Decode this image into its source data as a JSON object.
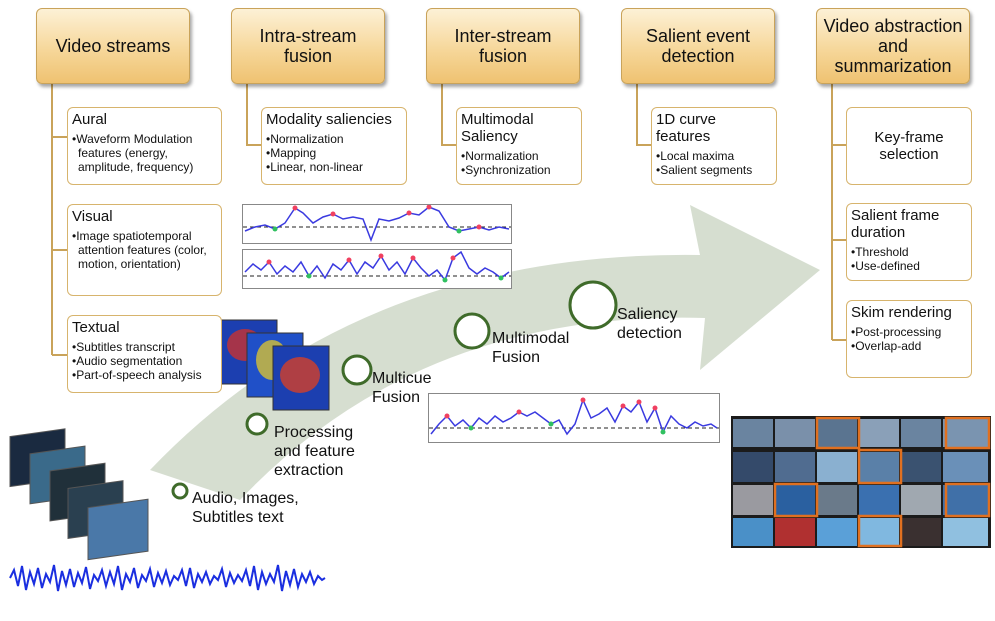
{
  "headers": [
    "Video streams",
    "Intra-stream fusion",
    "Inter-stream fusion",
    "Salient event detection",
    "Video abstraction and summarization"
  ],
  "boxes": {
    "aural": {
      "title": "Aural",
      "items": [
        "Waveform Modulation features (energy, amplitude, frequency)"
      ]
    },
    "visual": {
      "title": "Visual",
      "items": [
        "Image spatiotemporal attention features (color, motion, orientation)"
      ]
    },
    "textual": {
      "title": "Textual",
      "items": [
        "Subtitles transcript",
        "Audio segmentation",
        "Part-of-speech analysis"
      ]
    },
    "modality": {
      "title": "Modality saliencies",
      "items": [
        "Normalization",
        "Mapping",
        "Linear, non-linear"
      ]
    },
    "multimodal": {
      "title": "Multimodal Saliency",
      "items": [
        "Normalization",
        "Synchronization"
      ]
    },
    "curve": {
      "title": "1D curve features",
      "items": [
        "Local maxima",
        "Salient segments"
      ]
    },
    "keyframe": {
      "title": "Key-frame selection",
      "items": []
    },
    "duration": {
      "title": "Salient frame duration",
      "items": [
        "Threshold",
        "Use-defined"
      ]
    },
    "skim": {
      "title": "Skim rendering",
      "items": [
        "Post-processing",
        "Overlap-add"
      ]
    }
  },
  "steps": [
    "Audio, Images, Subtitles text",
    "Processing and feature extraction",
    "Multicue Fusion",
    "Multimodal Fusion",
    "Saliency detection"
  ],
  "colors": {
    "header_fill": "#f6d79a",
    "box_border": "#d7b46d",
    "arrow": "#cfd8c8",
    "circle": "#3f6b2a",
    "frame_highlight": "#e07020"
  }
}
